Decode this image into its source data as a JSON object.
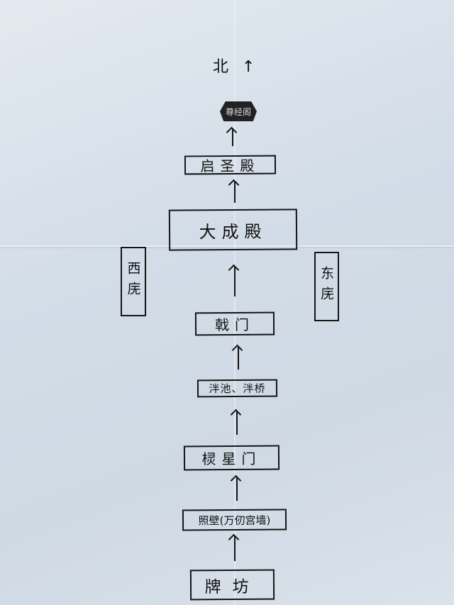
{
  "north": {
    "label": "北",
    "arrow": "↑"
  },
  "nodes": {
    "zunjingge": "尊经阁",
    "qishengdian": "启圣殿",
    "dachengdian": "大成殿",
    "xiwu": "西庑",
    "dongwu": "东庑",
    "jimen": "戟门",
    "panchi": "泮池、泮桥",
    "lingxingmen": "棂星门",
    "zhaobi": "照壁(万仞宫墙)",
    "paifang": "牌坊"
  }
}
